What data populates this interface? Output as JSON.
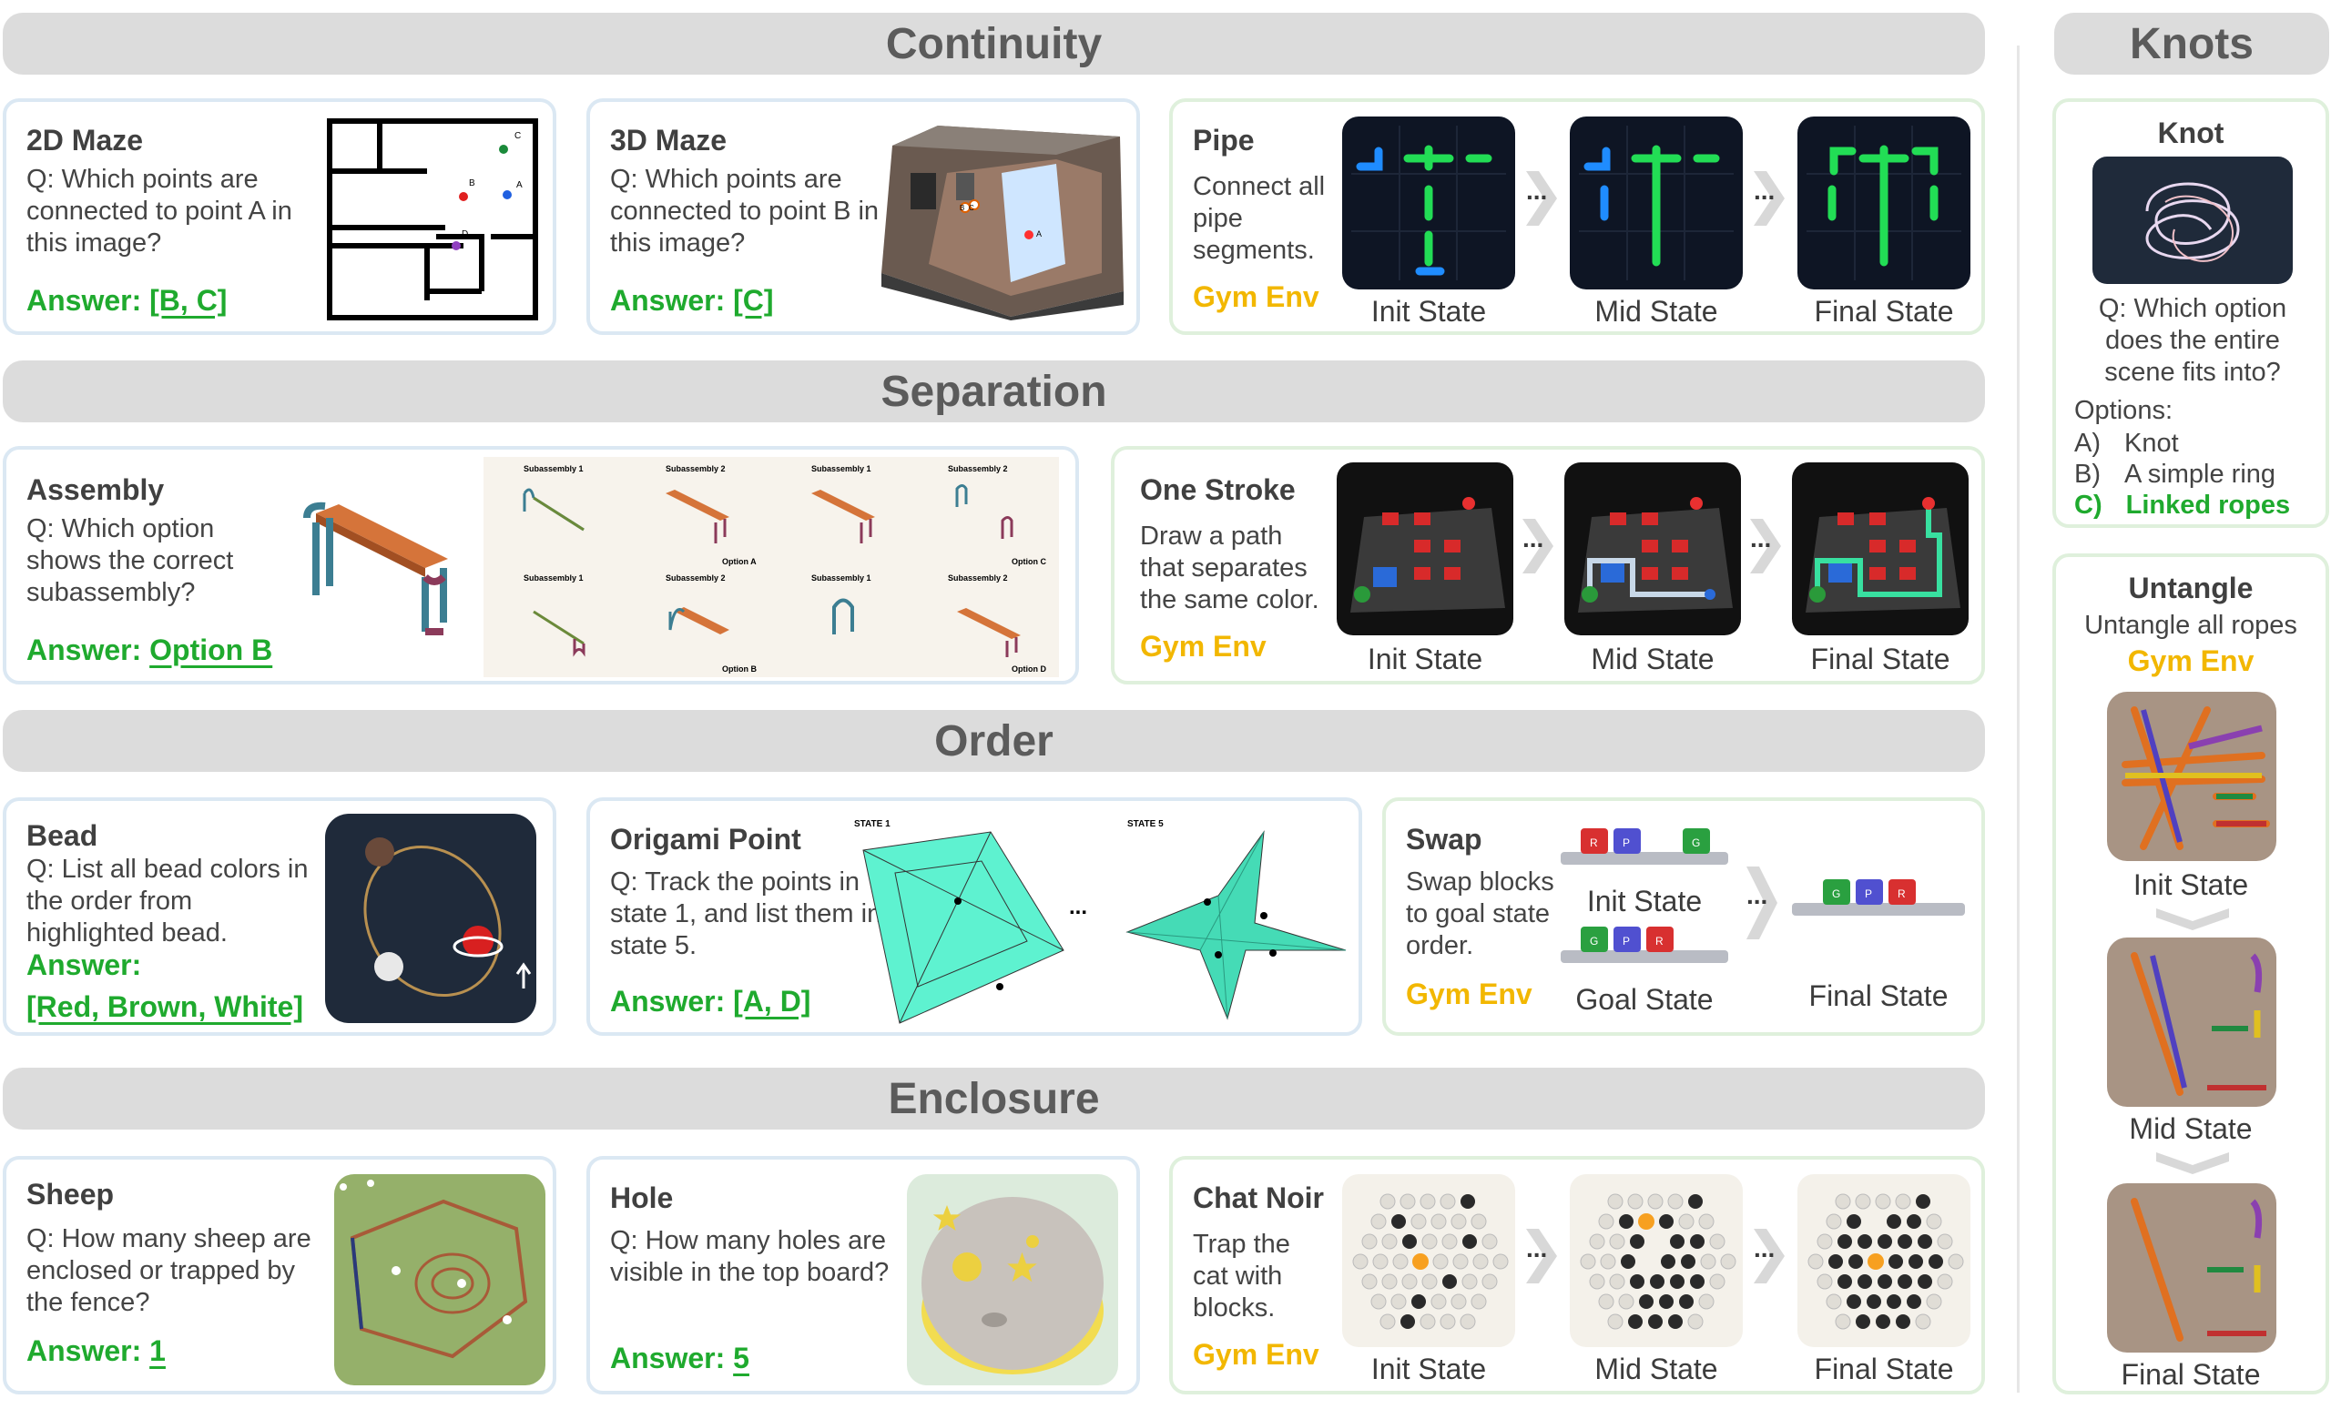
{
  "sections": {
    "continuity": "Continuity",
    "separation": "Separation",
    "order": "Order",
    "enclosure": "Enclosure",
    "knots": "Knots"
  },
  "common": {
    "gym": "Gym Env",
    "init": "Init State",
    "mid": "Mid State",
    "final": "Final State",
    "goal": "Goal State",
    "dots": "..."
  },
  "maze2d": {
    "title": "2D Maze",
    "question": "Q: Which points are connected to point A in this image?",
    "answer_prefix": "Answer: ",
    "answer": "[B, C]",
    "labels": [
      "C",
      "B",
      "A",
      "D"
    ]
  },
  "maze3d": {
    "title": "3D Maze",
    "question": "Q: Which points are connected to point B in this image?",
    "answer_prefix": "Answer: ",
    "answer": "[C]",
    "labels": [
      "C",
      "B",
      "A"
    ]
  },
  "pipe": {
    "title": "Pipe",
    "desc": "Connect all pipe segments."
  },
  "assembly": {
    "title": "Assembly",
    "question": "Q: Which option shows the correct subassembly?",
    "answer_prefix": "Answer: ",
    "answer": "Option B",
    "sub_labels": [
      "Subassembly 1",
      "Subassembly 2",
      "Subassembly 1",
      "Subassembly 2",
      "Subassembly 1",
      "Subassembly 2",
      "Subassembly 1",
      "Subassembly 2"
    ],
    "options": [
      "Option A",
      "Option C",
      "Option B",
      "Option D"
    ]
  },
  "onestroke": {
    "title": "One Stroke",
    "desc": "Draw a path that separates the same color."
  },
  "bead": {
    "title": "Bead",
    "question": "Q: List all bead colors in the order from highlighted bead.",
    "answer_prefix": "Answer:",
    "answer": "[Red, Brown, White]"
  },
  "origami": {
    "title": "Origami Point",
    "question": "Q: Track the points in state 1, and list them in state 5.",
    "answer_prefix": "Answer: ",
    "answer": "[A, D]",
    "state1": "STATE 1",
    "state5": "STATE 5"
  },
  "swap": {
    "title": "Swap",
    "desc": "Swap blocks to goal state order.",
    "init_blocks": [
      "R",
      "P",
      "G"
    ],
    "goal_blocks": [
      "G",
      "P",
      "R"
    ],
    "final_blocks": [
      "G",
      "P",
      "R"
    ]
  },
  "sheep": {
    "title": "Sheep",
    "question": "Q: How many sheep are enclosed or trapped by the fence?",
    "answer_prefix": "Answer: ",
    "answer": "1"
  },
  "hole": {
    "title": "Hole",
    "question": "Q: How many holes are visible in the top board?",
    "answer_prefix": "Answer: ",
    "answer": "5"
  },
  "chatnoir": {
    "title": "Chat Noir",
    "desc": "Trap the cat with blocks."
  },
  "knot": {
    "title": "Knot",
    "question": "Q: Which option does the entire scene fits into?",
    "options_label": "Options:",
    "options": [
      {
        "key": "A)",
        "text": "Knot"
      },
      {
        "key": "B)",
        "text": "A simple ring"
      },
      {
        "key": "C)",
        "text": "Linked ropes"
      }
    ]
  },
  "untangle": {
    "title": "Untangle",
    "desc": "Untangle all ropes"
  },
  "colors": {
    "header_bg": "#dcdcdc",
    "answer": "#1faa2e",
    "gym": "#f2b700",
    "card_border": "#dbe8f3",
    "teal": "#5ef2d0"
  }
}
